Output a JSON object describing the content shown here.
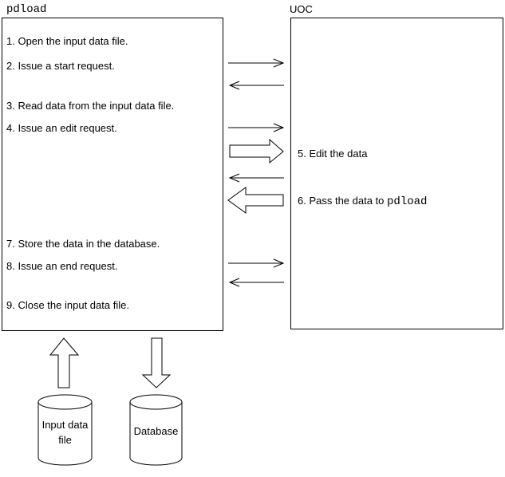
{
  "colors": {
    "background": "#ffffff",
    "line": "#000000",
    "text": "#000000"
  },
  "left_panel": {
    "title": "pdload",
    "steps": {
      "s1": "1. Open the input data file.",
      "s2": "2. Issue a start request.",
      "s3": "3. Read data from the input data file.",
      "s4": "4. Issue an edit request.",
      "s7": "7. Store the data in the database.",
      "s8": "8. Issue an end request.",
      "s9": "9. Close the input data file."
    }
  },
  "right_panel": {
    "title": "UOC",
    "steps": {
      "s5": "5. Edit the data",
      "s6_prefix": "6. Pass the data to ",
      "s6_code": "pdload"
    }
  },
  "storage": {
    "input_file_line1": "Input data",
    "input_file_line2": "file",
    "database": "Database"
  },
  "flows": [
    {
      "from": "pdload",
      "to": "UOC",
      "style": "thin-arrow",
      "row": "start request"
    },
    {
      "from": "UOC",
      "to": "pdload",
      "style": "thin-arrow",
      "row": "start response"
    },
    {
      "from": "pdload",
      "to": "UOC",
      "style": "thin-arrow",
      "row": "edit request"
    },
    {
      "from": "pdload",
      "to": "UOC",
      "style": "block-arrow",
      "row": "data to edit"
    },
    {
      "from": "UOC",
      "to": "pdload",
      "style": "thin-arrow",
      "row": "edit response"
    },
    {
      "from": "UOC",
      "to": "pdload",
      "style": "block-arrow",
      "row": "edited data"
    },
    {
      "from": "pdload",
      "to": "UOC",
      "style": "thin-arrow",
      "row": "end request"
    },
    {
      "from": "UOC",
      "to": "pdload",
      "style": "thin-arrow",
      "row": "end response"
    },
    {
      "from": "Input data file",
      "to": "pdload",
      "style": "block-arrow-up"
    },
    {
      "from": "pdload",
      "to": "Database",
      "style": "block-arrow-down"
    }
  ]
}
